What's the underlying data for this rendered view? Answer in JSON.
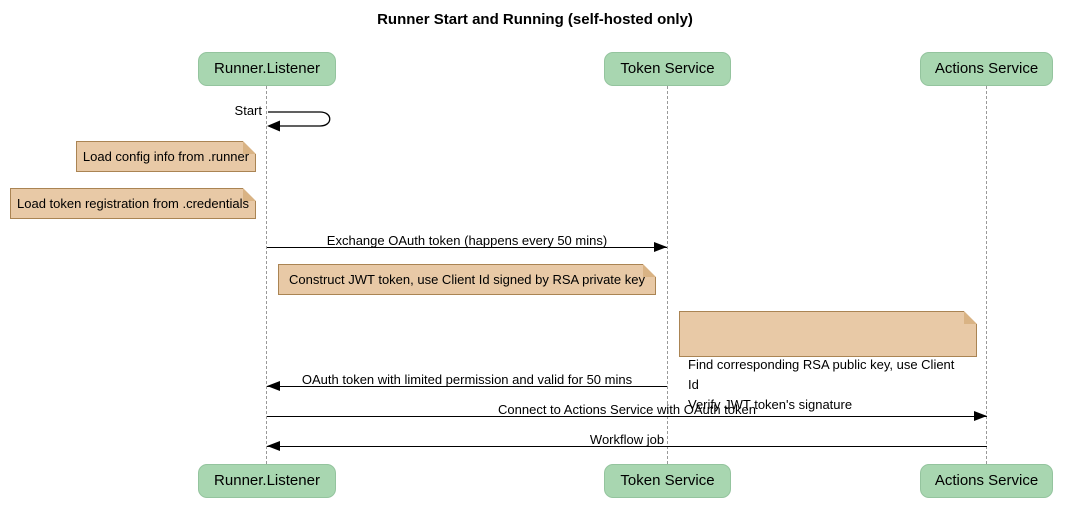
{
  "title": "Runner Start and Running (self-hosted only)",
  "participants": [
    {
      "label": "Runner.Listener"
    },
    {
      "label": "Token Service"
    },
    {
      "label": "Actions Service"
    }
  ],
  "self_message": {
    "label": "Start"
  },
  "notes": [
    {
      "text": "Load config info from .runner"
    },
    {
      "text": "Load token registration from .credentials"
    },
    {
      "text": "Construct JWT token, use Client Id signed by RSA private key"
    },
    {
      "text": "Find corresponding RSA public key, use Client Id\nVerify JWT token's signature"
    }
  ],
  "messages": [
    {
      "label": "Exchange OAuth token (happens every 50 mins)",
      "from": "Runner.Listener",
      "to": "Token Service"
    },
    {
      "label": "OAuth token with limited permission and valid for 50 mins",
      "from": "Token Service",
      "to": "Runner.Listener"
    },
    {
      "label": "Connect to Actions Service with OAuth token",
      "from": "Runner.Listener",
      "to": "Actions Service"
    },
    {
      "label": "Workflow job",
      "from": "Actions Service",
      "to": "Runner.Listener"
    }
  ],
  "colors": {
    "participant_fill": "#a8d6b0",
    "participant_border": "#94c49e",
    "note_fill": "#e8c9a6",
    "note_border": "#aa8453",
    "note_fold": "#d9b384",
    "lifeline": "#999999",
    "message_line": "#000000",
    "background": "#ffffff"
  }
}
